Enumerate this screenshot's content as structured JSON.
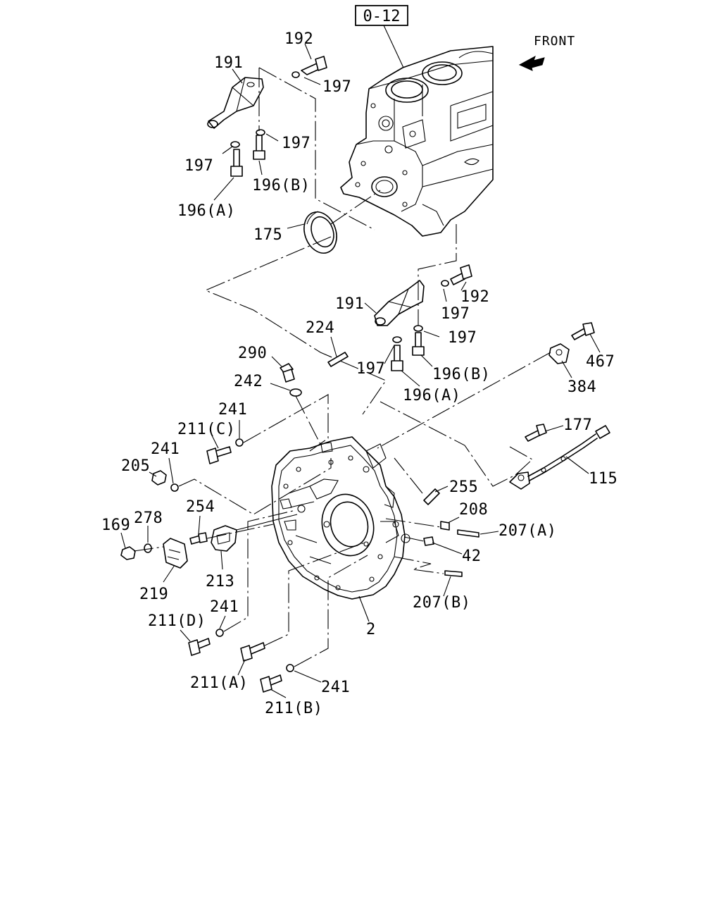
{
  "reference_box": "0-12",
  "front_label": "FRONT",
  "labels": {
    "l192_top": "192",
    "l191_top": "191",
    "l197_a": "197",
    "l197_b": "197",
    "l197_c": "197",
    "l196b_top": "196(B)",
    "l196a_top": "196(A)",
    "l175": "175",
    "l191_mid": "191",
    "l192_mid": "192",
    "l197_d": "197",
    "l197_e": "197",
    "l197_f": "197",
    "l196b_mid": "196(B)",
    "l196a_mid": "196(A)",
    "l224": "224",
    "l290": "290",
    "l242": "242",
    "l467": "467",
    "l384": "384",
    "l241_a": "241",
    "l211c": "211(C)",
    "l241_b": "241",
    "l205": "205",
    "l177": "177",
    "l115": "115",
    "l255": "255",
    "l254": "254",
    "l169": "169",
    "l278": "278",
    "l208": "208",
    "l207a": "207(A)",
    "l42": "42",
    "l213": "213",
    "l219": "219",
    "l207b": "207(B)",
    "l241_c": "241",
    "l211d": "211(D)",
    "l2": "2",
    "l211a": "211(A)",
    "l241_d": "241",
    "l211b": "211(B)"
  }
}
